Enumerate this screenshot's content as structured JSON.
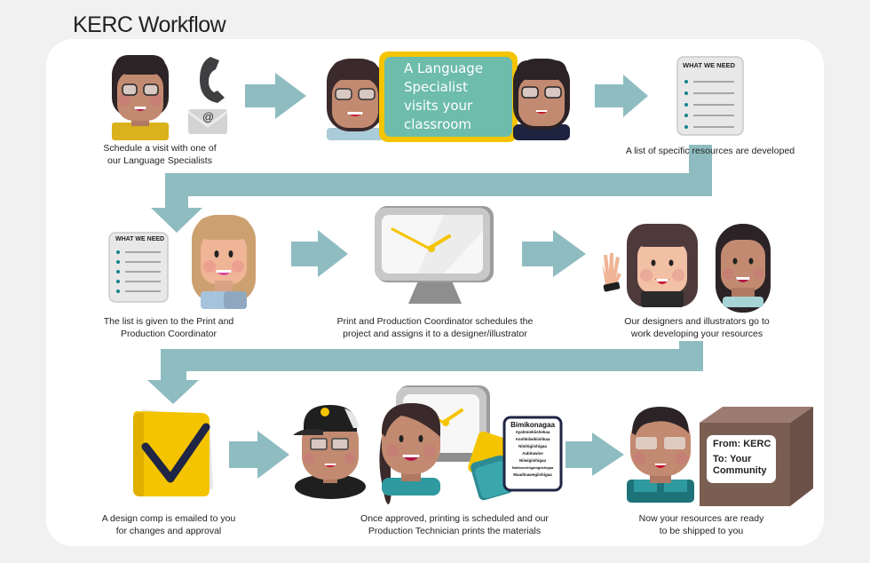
{
  "title": "KERC Workflow",
  "colors": {
    "arrow": "#8fbcc1",
    "accent_yellow": "#f5c400",
    "board_green": "#6dbcac",
    "box_brown": "#7b5e52",
    "page_bg": "#f1f1f1",
    "panel_bg": "#ffffff"
  },
  "steps": [
    {
      "id": 1,
      "caption_line1": "Schedule a visit with one of",
      "caption_line2": "our Language Specialists",
      "icons": [
        "person-avatar",
        "phone-icon",
        "email-icon"
      ],
      "email_symbol": "@"
    },
    {
      "id": 2,
      "board_lines": [
        "A Language",
        "Specialist",
        "visits your",
        "classroom"
      ],
      "icons": [
        "person-avatar",
        "chalkboard",
        "person-avatar"
      ]
    },
    {
      "id": 3,
      "caption_line1": "A list of specific resources are developed",
      "caption_line2": "",
      "checklist_title": "WHAT WE NEED",
      "checklist_items": 5
    },
    {
      "id": 4,
      "caption_line1": "The list is given to the Print and",
      "caption_line2": "Production Coordinator",
      "checklist_title": "WHAT WE NEED",
      "checklist_items": 5
    },
    {
      "id": 5,
      "caption_line1": "Print and Production Coordinator schedules the",
      "caption_line2": "project and assigns it to a designer/illustrator",
      "icons": [
        "monitor-clock-icon"
      ]
    },
    {
      "id": 6,
      "caption_line1": "Our designers and illustrators go to",
      "caption_line2": "work  developing your resources",
      "icons": [
        "person-avatar",
        "person-avatar"
      ]
    },
    {
      "id": 7,
      "caption_line1": "A design comp is emailed to you",
      "caption_line2": "for changes and approval",
      "icons": [
        "checkmark-book-icon"
      ]
    },
    {
      "id": 8,
      "caption_line1": "Once approved, printing is scheduled and our",
      "caption_line2": "Production Technician prints the materials",
      "printed_sheet": {
        "title": "Bimikonagaa",
        "words": [
          "Ayahmiekiishekaa",
          "Anohkiiwikiishkaa",
          "Niishigiishigaa",
          "Aabitawise",
          "Niiwigiishigaa",
          "Nahkweshiganigiishigaa",
          "Maadinawegiishigaa"
        ]
      }
    },
    {
      "id": 9,
      "caption_line1": "Now your resources are ready",
      "caption_line2": "to be shipped to you",
      "box_label": {
        "from": "From: KERC",
        "to_line1": "To: Your",
        "to_line2": "Community"
      }
    }
  ]
}
